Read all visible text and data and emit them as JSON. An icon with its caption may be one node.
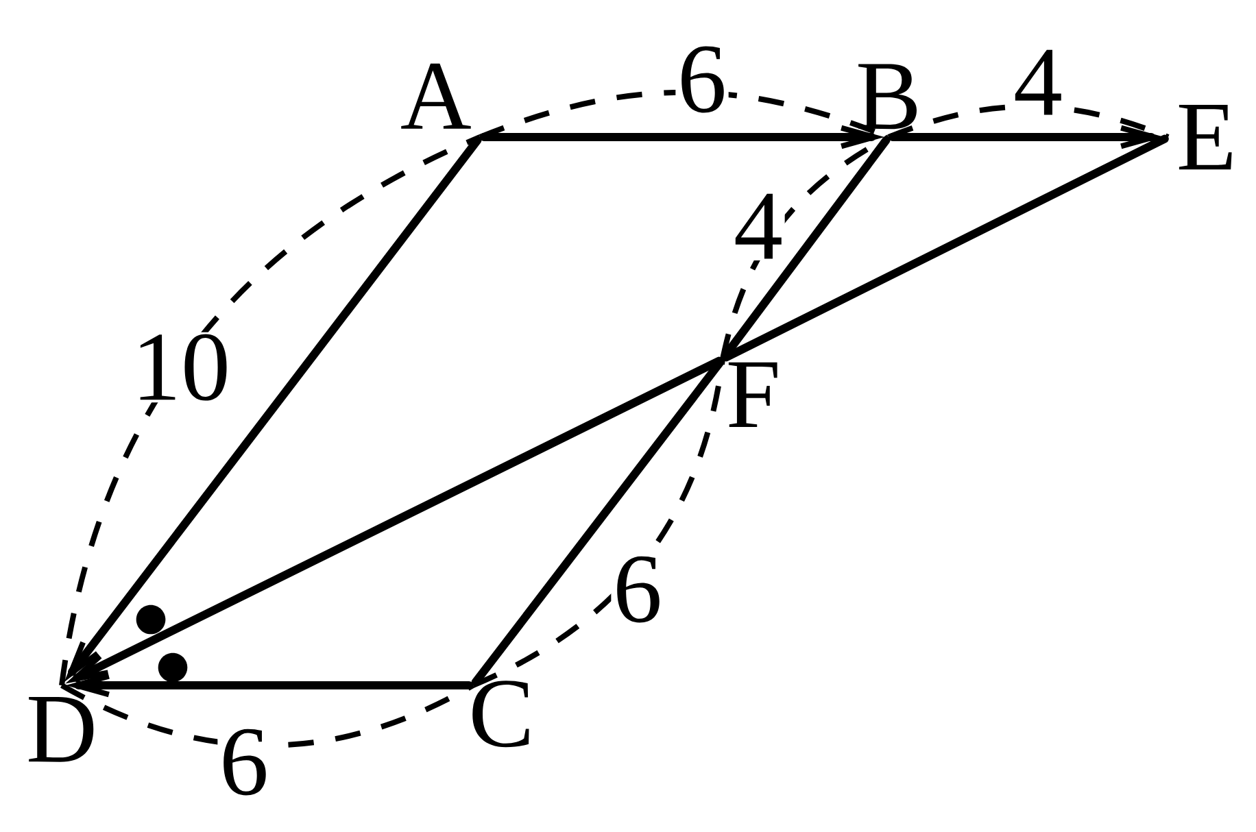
{
  "diagram": {
    "nodes": [
      {
        "text": [
          "A"
        ]
      },
      {
        "text": [
          "B"
        ]
      },
      {
        "text": [
          "E"
        ]
      },
      {
        "text": [
          "F"
        ]
      },
      {
        "text": [
          "D"
        ]
      },
      {
        "text": [
          "C"
        ]
      }
    ],
    "edges": [
      {
        "from": 0,
        "to": 1,
        "arrow": "to"
      },
      {
        "from": 1,
        "to": 2,
        "arrow": "to"
      },
      {
        "from": 0,
        "to": 4,
        "arrow": "to"
      },
      {
        "from": 2,
        "to": 3,
        "arrow": "none"
      },
      {
        "from": 3,
        "to": 4,
        "arrow": "to"
      },
      {
        "from": 1,
        "to": 3,
        "arrow": "none"
      },
      {
        "from": 3,
        "to": 5,
        "arrow": "none"
      },
      {
        "from": 5,
        "to": 4,
        "arrow": "to"
      }
    ],
    "labels": [
      "6",
      "4",
      "4",
      "10",
      "6",
      "6"
    ]
  }
}
